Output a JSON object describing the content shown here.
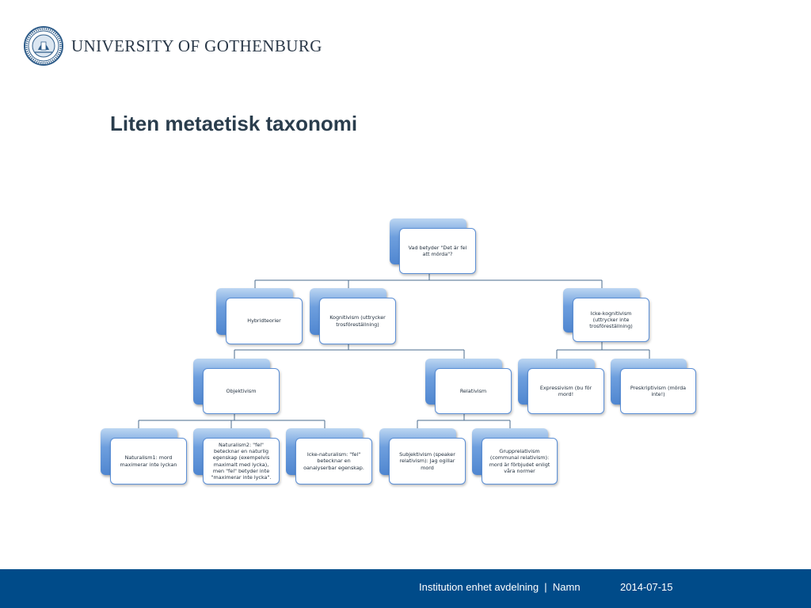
{
  "header": {
    "university_name": "UNIVERSITY OF GOTHENBURG"
  },
  "slide": {
    "title": "Liten metaetisk taxonomi"
  },
  "diagram": {
    "root": "Vad betyder \"Det är fel att mörda\"?",
    "hybrid": "Hybridteorier",
    "kognitivism": "Kognitivism (uttrycker trosföreställning)",
    "icke_kognitivism": "Icke-kognitivism (uttrycker inte trosföreställning)",
    "objektivism": "Objektivism",
    "relativism": "Relativism",
    "expressivism": "Expressivism (bu för mord!",
    "preskriptivism": "Preskriptivism (mörda inte!)",
    "naturalism1": "Naturalism1: mord maximerar inte lyckan",
    "naturalism2": "Naturalism2: \"fel\" betecknar en naturlig egenskap (exempelvis maximalt med lycka), men \"fel\" betyder inte \"maximerar inte lycka\".",
    "icke_naturalism": "Icke-naturalism: \"fel\" betecknar en oanalyserbar egenskap.",
    "subjektivism": "Subjektivism (speaker relativism): Jag ogillar mord",
    "grupprelativism": "Grupprelativism (communal relativism): mord är förbjudet enligt våra normer"
  },
  "footer": {
    "info": "Institution enhet avdelning  |  Namn",
    "date": "2014-07-15"
  }
}
